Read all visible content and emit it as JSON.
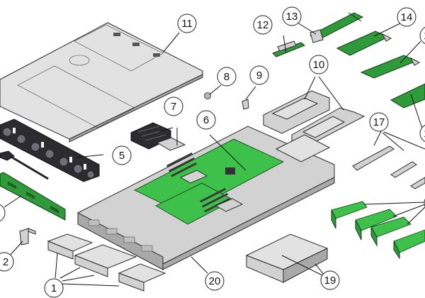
{
  "figure": {
    "title": "Server exploded component view",
    "colors": {
      "pcb": "#2f9a3a",
      "pcb_highlight": "#3ec14a",
      "metal": "#d2d2d2",
      "dark_part": "#2c2c30",
      "line": "#222222",
      "background": "#ffffff"
    }
  },
  "callouts": [
    {
      "id": "c1",
      "label": "1",
      "part": "drives"
    },
    {
      "id": "c2",
      "label": "2",
      "part": "drive-bracket"
    },
    {
      "id": "c3",
      "label": "",
      "part": "drive-backplane"
    },
    {
      "id": "c5",
      "label": "5",
      "part": "fan-modules"
    },
    {
      "id": "c6",
      "label": "6",
      "part": "motherboard"
    },
    {
      "id": "c7",
      "label": "7",
      "part": "processor-and-heatsink"
    },
    {
      "id": "c8",
      "label": "8",
      "part": "battery"
    },
    {
      "id": "c9",
      "label": "9",
      "part": "usb-flash-drive"
    },
    {
      "id": "c10",
      "label": "10",
      "part": "air-baffles"
    },
    {
      "id": "c11",
      "label": "11",
      "part": "top-cover"
    },
    {
      "id": "c12",
      "label": "12",
      "part": "internal-module"
    },
    {
      "id": "c13",
      "label": "13",
      "part": "pcie-card-a"
    },
    {
      "id": "c14",
      "label": "14",
      "part": "pcie-card-b"
    },
    {
      "id": "c15",
      "label": "1",
      "part": "pcie-card-c"
    },
    {
      "id": "c16",
      "label": "1",
      "part": "pcie-card-d"
    },
    {
      "id": "c17",
      "label": "17",
      "part": "pcie-risers"
    },
    {
      "id": "c18",
      "label": "",
      "part": "dimms"
    },
    {
      "id": "c19",
      "label": "19",
      "part": "power-supplies"
    },
    {
      "id": "c20",
      "label": "20",
      "part": "chassis"
    }
  ]
}
